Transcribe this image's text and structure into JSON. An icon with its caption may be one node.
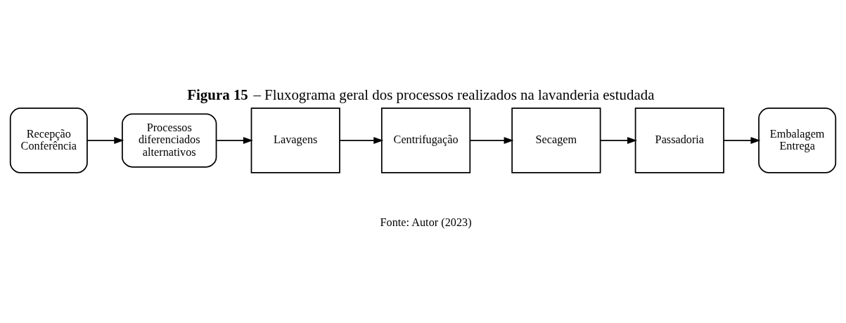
{
  "diagram": {
    "title": "**Figura 15** – Fluxograma geral dos processos realizados na lavanderia estudada",
    "caption": "Fonte: Autor (2023)",
    "nodes": [
      {
        "text": [
          "Recepção Conferência"
        ]
      },
      {
        "text": [
          "Processos diferenciados alternativos"
        ]
      },
      {
        "text": [
          "Lavagens"
        ]
      },
      {
        "text": [
          "Centrifugação"
        ]
      },
      {
        "text": [
          "Secagem"
        ]
      },
      {
        "text": [
          "Passadoria"
        ]
      },
      {
        "text": [
          "Embalagem Entrega"
        ]
      }
    ],
    "edges": [
      {
        "from": 0,
        "to": 1,
        "arrow": "to"
      },
      {
        "from": 1,
        "to": 2,
        "arrow": "to"
      },
      {
        "from": 2,
        "to": 3,
        "arrow": "to"
      },
      {
        "from": 3,
        "to": 4,
        "arrow": "to"
      },
      {
        "from": 4,
        "to": 5,
        "arrow": "to"
      },
      {
        "from": 5,
        "to": 6,
        "arrow": "to"
      }
    ]
  }
}
